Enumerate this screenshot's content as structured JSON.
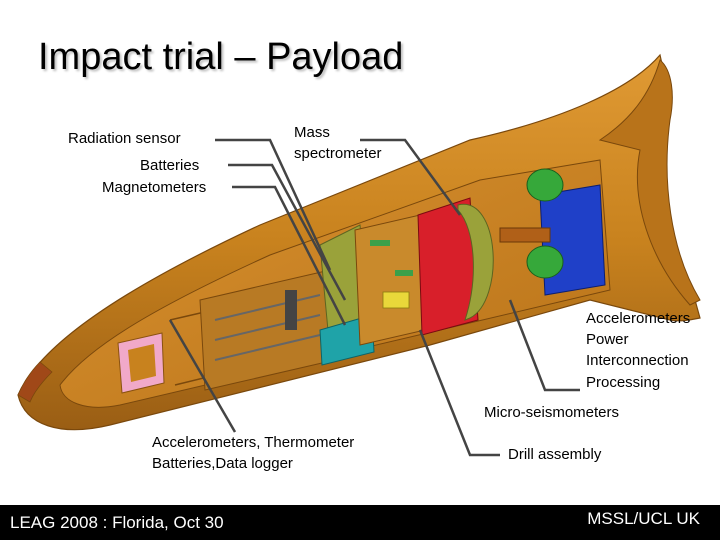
{
  "slide": {
    "title": "Impact trial – Payload",
    "labels": {
      "radiation_sensor": "Radiation sensor",
      "batteries": "Batteries",
      "magnetometers": "Magnetometers",
      "mass_spectrometer_line1": "Mass",
      "mass_spectrometer_line2": "spectrometer",
      "right_group_line1": "Accelerometers",
      "right_group_line2": "Power",
      "right_group_line3": "Interconnection",
      "right_group_line4": "Processing",
      "micro_seismometers": "Micro-seismometers",
      "bottom_group_line1": "Accelerometers, Thermometer",
      "bottom_group_line2": "Batteries,Data logger",
      "drill_assembly": "Drill assembly"
    },
    "footer": {
      "left": "LEAG 2008 :  Florida, Oct 30",
      "right": "MSSL/UCL UK"
    },
    "colors": {
      "hull": "#c8821e",
      "hull_dark": "#8a5210",
      "footer_bg": "#000000"
    }
  }
}
